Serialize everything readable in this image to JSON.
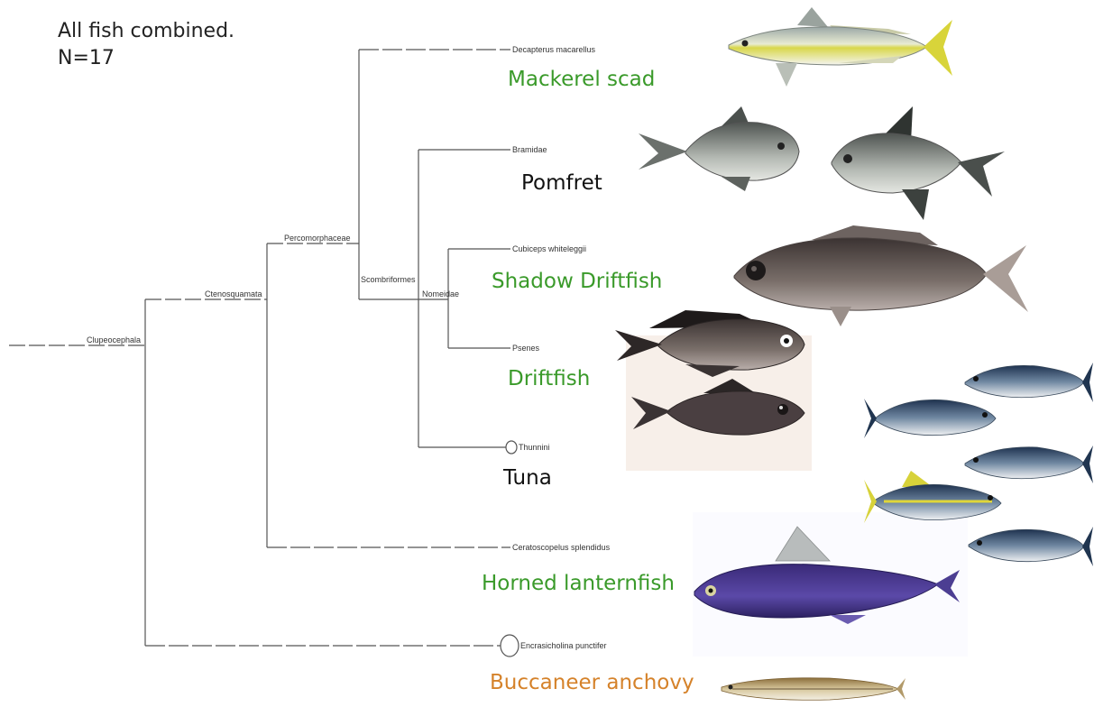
{
  "header": {
    "line1": "All fish combined.",
    "line2": "N=17"
  },
  "colors": {
    "green": "#3a9a2a",
    "black": "#111111",
    "orange": "#d5822a",
    "branch": "#555555"
  },
  "tree": {
    "internal_labels": {
      "clupeocephala": "Clupeocephala",
      "ctenosquamata": "Ctenosquamata",
      "percomorphaceae": "Percomorphaceae",
      "scombriformes": "Scombriformes",
      "nomeidae": "Nomeidae"
    },
    "tips": [
      {
        "id": "mackerel-scad",
        "sci": "Decapterus macarellus",
        "common": "Mackerel scad",
        "color": "green"
      },
      {
        "id": "pomfret",
        "sci": "Bramidae",
        "common": "Pomfret",
        "color": "black"
      },
      {
        "id": "shadow-driftfish",
        "sci": "Cubiceps whiteleggii",
        "common": "Shadow Driftfish",
        "color": "green"
      },
      {
        "id": "driftfish",
        "sci": "Psenes",
        "common": "Driftfish",
        "color": "green"
      },
      {
        "id": "tuna",
        "sci": "Thunnini",
        "common": "Tuna",
        "color": "black"
      },
      {
        "id": "horned-lanternfish",
        "sci": "Ceratoscopelus splendidus",
        "common": "Horned lanternfish",
        "color": "green"
      },
      {
        "id": "buccaneer-anchovy",
        "sci": "Encrasicholina punctifer",
        "common": "Buccaneer anchovy",
        "color": "orange"
      }
    ]
  },
  "fish_images": {
    "mackerel-scad": "scad-illustration",
    "pomfret-a": "pomfret-illustration",
    "pomfret-b": "pomfret-illustration",
    "shadow-driftfish": "driftfish-illustration",
    "driftfish-a": "driftfish-illustration",
    "driftfish-b": "driftfish-illustration",
    "tuna": "tuna-illustration",
    "lanternfish": "lanternfish-illustration",
    "anchovy": "anchovy-illustration"
  }
}
